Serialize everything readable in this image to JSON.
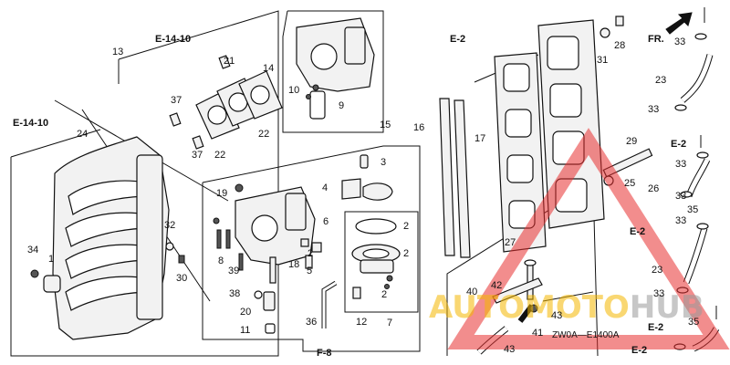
{
  "diagram": {
    "code": "ZW0A—E1400A",
    "front_marker": "FR.",
    "watermark": {
      "part1": "AUTO",
      "part2": "MOTO",
      "part3": "HUB",
      "color1": "#f5b800",
      "color2": "#f5b800",
      "color3": "#9a9a9a",
      "triangle_color": "#e83030"
    },
    "refs": {
      "e1410_top": "E-14-10",
      "e1410_left": "E-14-10",
      "e2_top": "E-2",
      "e2_r1": "E-2",
      "e2_r2": "E-2",
      "e2_r3": "E-2",
      "e2_r4": "E-2",
      "f8": "F-8"
    },
    "callouts": {
      "n1": "1",
      "n2a": "2",
      "n2b": "2",
      "n2c": "2",
      "n2d": "2",
      "n3": "3",
      "n4": "4",
      "n5": "5",
      "n6": "6",
      "n7": "7",
      "n8": "8",
      "n9": "9",
      "n10": "10",
      "n11": "11",
      "n12": "12",
      "n13": "13",
      "n14": "14",
      "n15": "15",
      "n16": "16",
      "n17": "17",
      "n18": "18",
      "n19": "19",
      "n20": "20",
      "n21": "21",
      "n22a": "22",
      "n22b": "22",
      "n23a": "23",
      "n23b": "23",
      "n24": "24",
      "n25": "25",
      "n26": "26",
      "n27": "27",
      "n28": "28",
      "n29": "29",
      "n30": "30",
      "n31": "31",
      "n32": "32",
      "n33a": "33",
      "n33b": "33",
      "n33c": "33",
      "n33d": "33",
      "n33e": "33",
      "n33f": "33",
      "n34": "34",
      "n35a": "35",
      "n35b": "35",
      "n36": "36",
      "n37a": "37",
      "n37b": "37",
      "n38": "38",
      "n39": "39",
      "n40": "40",
      "n41": "41",
      "n42": "42",
      "n43a": "43",
      "n43b": "43"
    }
  }
}
